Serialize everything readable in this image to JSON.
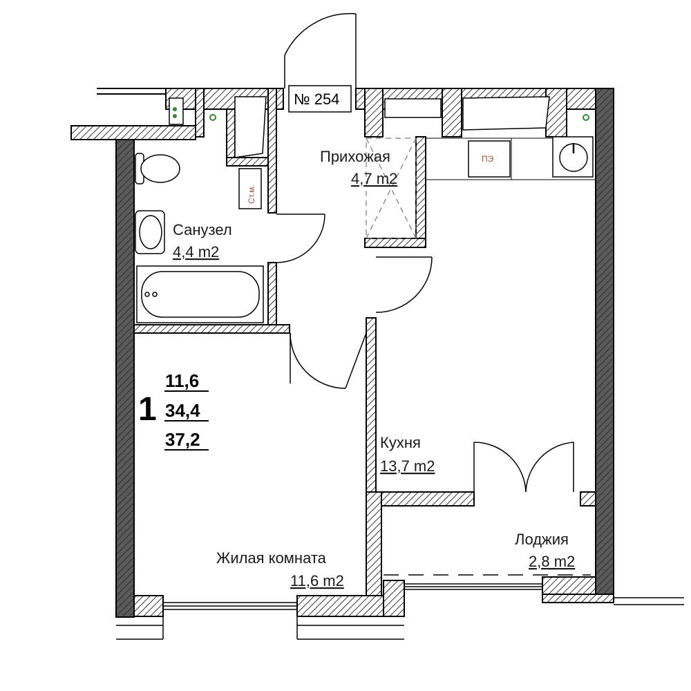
{
  "apartment": {
    "number_label": "№ 254",
    "rooms_count": "1",
    "areas": [
      "11,6",
      "34,4",
      "37,2"
    ]
  },
  "rooms": {
    "hallway": {
      "name": "Прихожая",
      "area": "4,7 m2"
    },
    "bathroom": {
      "name": "Санузел",
      "area": "4,4 m2"
    },
    "kitchen": {
      "name": "Кухня",
      "area": "13,7 m2"
    },
    "living": {
      "name": "Жилая комната",
      "area": "11,6 m2"
    },
    "loggia": {
      "name": "Лоджия",
      "area": "2,8 m2"
    }
  },
  "fixtures": {
    "riser_label": "Ст.м.",
    "stove_label": "ПЭ"
  },
  "colors": {
    "wall_hatch": "#000000",
    "exterior_wall": "#555555",
    "riser_dot": "#2e8b2e",
    "fixture_text": "#a0522d"
  }
}
